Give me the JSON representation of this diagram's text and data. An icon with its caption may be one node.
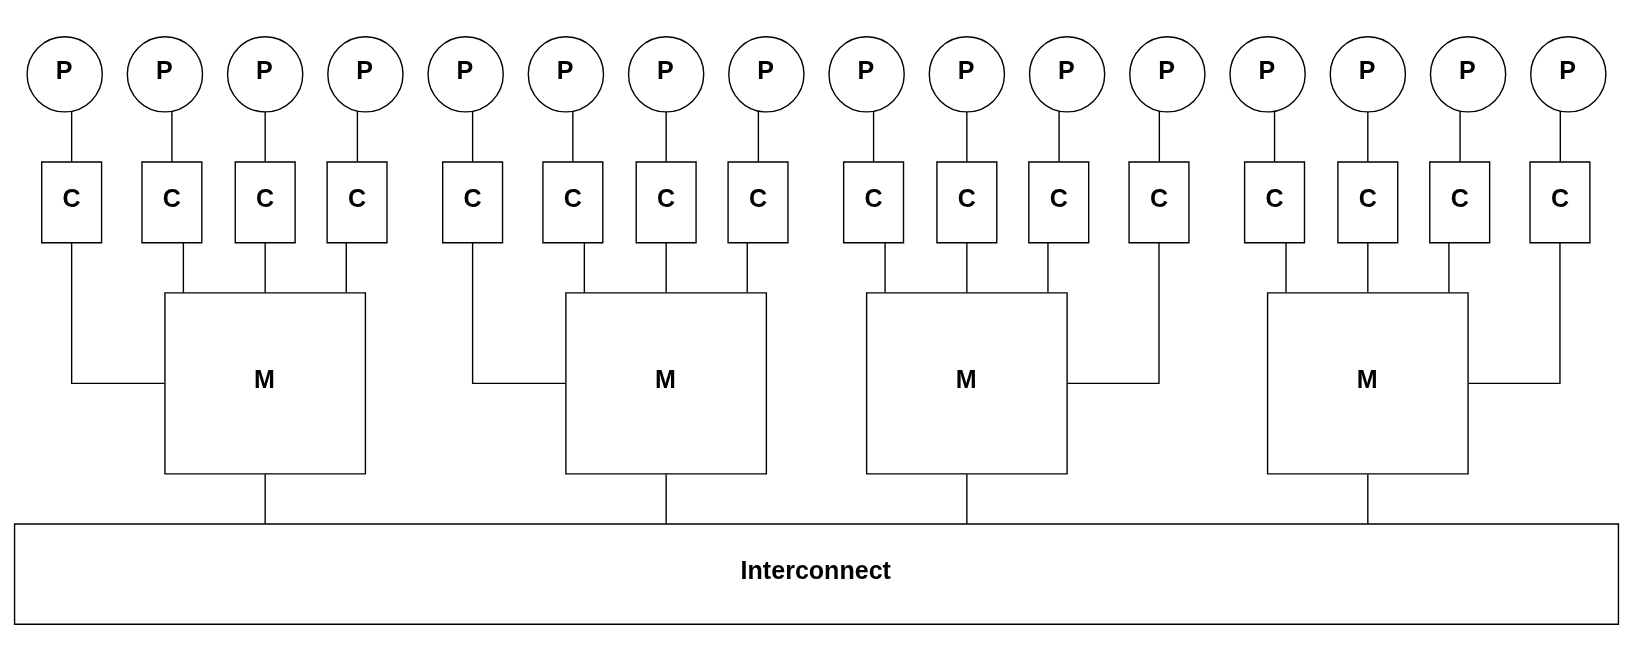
{
  "diagram": {
    "nodes": [
      {
        "text": [
          "P"
        ]
      },
      {
        "text": [
          "P"
        ]
      },
      {
        "text": [
          "P"
        ]
      },
      {
        "text": [
          "P"
        ]
      },
      {
        "text": [
          "P"
        ]
      },
      {
        "text": [
          "P"
        ]
      },
      {
        "text": [
          "P"
        ]
      },
      {
        "text": [
          "P"
        ]
      },
      {
        "text": [
          "P"
        ]
      },
      {
        "text": [
          "P"
        ]
      },
      {
        "text": [
          "P"
        ]
      },
      {
        "text": [
          "P"
        ]
      },
      {
        "text": [
          "P"
        ]
      },
      {
        "text": [
          "P"
        ]
      },
      {
        "text": [
          "P"
        ]
      },
      {
        "text": [
          "P"
        ]
      },
      {
        "text": [
          "C"
        ]
      },
      {
        "text": [
          "C"
        ]
      },
      {
        "text": [
          "C"
        ]
      },
      {
        "text": [
          "C"
        ]
      },
      {
        "text": [
          "C"
        ]
      },
      {
        "text": [
          "C"
        ]
      },
      {
        "text": [
          "C"
        ]
      },
      {
        "text": [
          "C"
        ]
      },
      {
        "text": [
          "C"
        ]
      },
      {
        "text": [
          "C"
        ]
      },
      {
        "text": [
          "C"
        ]
      },
      {
        "text": [
          "C"
        ]
      },
      {
        "text": [
          "C"
        ]
      },
      {
        "text": [
          "C"
        ]
      },
      {
        "text": [
          "C"
        ]
      },
      {
        "text": [
          "C"
        ]
      },
      {
        "text": [
          "M"
        ]
      },
      {
        "text": [
          "M"
        ]
      },
      {
        "text": [
          "M"
        ]
      },
      {
        "text": [
          "M"
        ]
      },
      {
        "text": [
          "Interconnect"
        ]
      }
    ],
    "edges": [
      {
        "from": 0,
        "to": 16,
        "arrow": "none"
      },
      {
        "from": 1,
        "to": 17,
        "arrow": "none"
      },
      {
        "from": 2,
        "to": 18,
        "arrow": "none"
      },
      {
        "from": 3,
        "to": 19,
        "arrow": "none"
      },
      {
        "from": 4,
        "to": 20,
        "arrow": "none"
      },
      {
        "from": 5,
        "to": 21,
        "arrow": "none"
      },
      {
        "from": 6,
        "to": 22,
        "arrow": "none"
      },
      {
        "from": 7,
        "to": 23,
        "arrow": "none"
      },
      {
        "from": 8,
        "to": 24,
        "arrow": "none"
      },
      {
        "from": 9,
        "to": 25,
        "arrow": "none"
      },
      {
        "from": 10,
        "to": 26,
        "arrow": "none"
      },
      {
        "from": 11,
        "to": 27,
        "arrow": "none"
      },
      {
        "from": 12,
        "to": 28,
        "arrow": "none"
      },
      {
        "from": 13,
        "to": 29,
        "arrow": "none"
      },
      {
        "from": 14,
        "to": 30,
        "arrow": "none"
      },
      {
        "from": 15,
        "to": 31,
        "arrow": "none"
      },
      {
        "from": 16,
        "to": 32,
        "arrow": "none"
      },
      {
        "from": 17,
        "to": 32,
        "arrow": "none"
      },
      {
        "from": 18,
        "to": 32,
        "arrow": "none"
      },
      {
        "from": 19,
        "to": 32,
        "arrow": "none"
      },
      {
        "from": 20,
        "to": 33,
        "arrow": "none"
      },
      {
        "from": 21,
        "to": 33,
        "arrow": "none"
      },
      {
        "from": 22,
        "to": 33,
        "arrow": "none"
      },
      {
        "from": 23,
        "to": 33,
        "arrow": "none"
      },
      {
        "from": 24,
        "to": 34,
        "arrow": "none"
      },
      {
        "from": 25,
        "to": 34,
        "arrow": "none"
      },
      {
        "from": 26,
        "to": 34,
        "arrow": "none"
      },
      {
        "from": 27,
        "to": 34,
        "arrow": "none"
      },
      {
        "from": 28,
        "to": 35,
        "arrow": "none"
      },
      {
        "from": 29,
        "to": 35,
        "arrow": "none"
      },
      {
        "from": 30,
        "to": 35,
        "arrow": "none"
      },
      {
        "from": 31,
        "to": 35,
        "arrow": "none"
      },
      {
        "from": 32,
        "to": 36,
        "arrow": "none"
      },
      {
        "from": 33,
        "to": 36,
        "arrow": "none"
      },
      {
        "from": 34,
        "to": 36,
        "arrow": "none"
      },
      {
        "from": 35,
        "to": 36,
        "arrow": "none"
      }
    ]
  }
}
